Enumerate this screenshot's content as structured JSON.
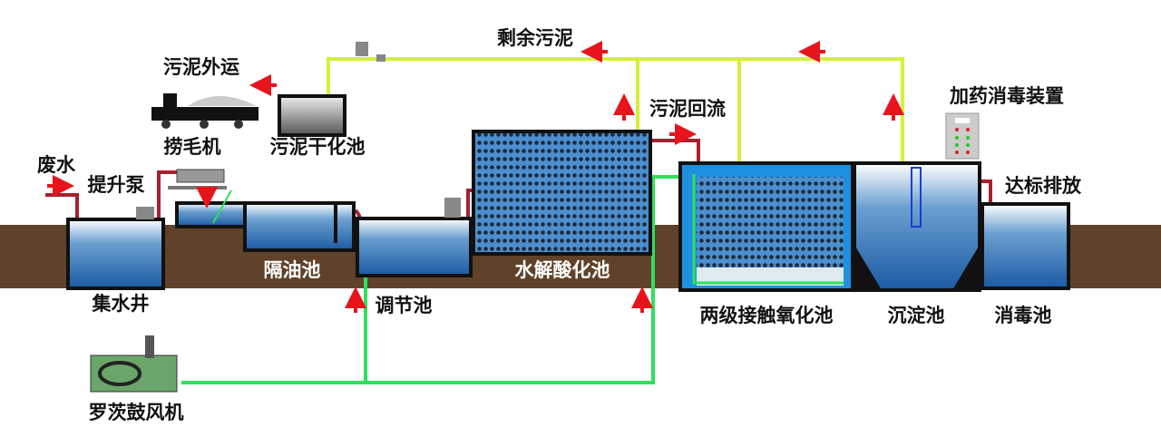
{
  "labels": {
    "surplus_sludge": "剩余污泥",
    "sludge_transport": "污泥外运",
    "hair_catcher": "捞毛机",
    "sludge_drying_tank": "污泥干化池",
    "wastewater": "废水",
    "lift_pump": "提升泵",
    "oil_separator": "隔油池",
    "collection_well": "集水井",
    "equalization_tank": "调节池",
    "hydrolysis_tank": "水解酸化池",
    "sludge_return": "污泥回流",
    "dosing_device": "加药消毒装置",
    "discharge": "达标排放",
    "contact_oxidation_tank": "两级接触氧化池",
    "sedimentation_tank": "沉淀池",
    "disinfection_tank": "消毒池",
    "roots_blower": "罗茨鼓风机"
  },
  "colors": {
    "ground": "#5f4229",
    "water": "#1d5fa8",
    "sludge_pipe": "#d6f03a",
    "air_pipe": "#2ee05a",
    "water_pipe": "#a8202e",
    "arrow": "#e8141b"
  }
}
